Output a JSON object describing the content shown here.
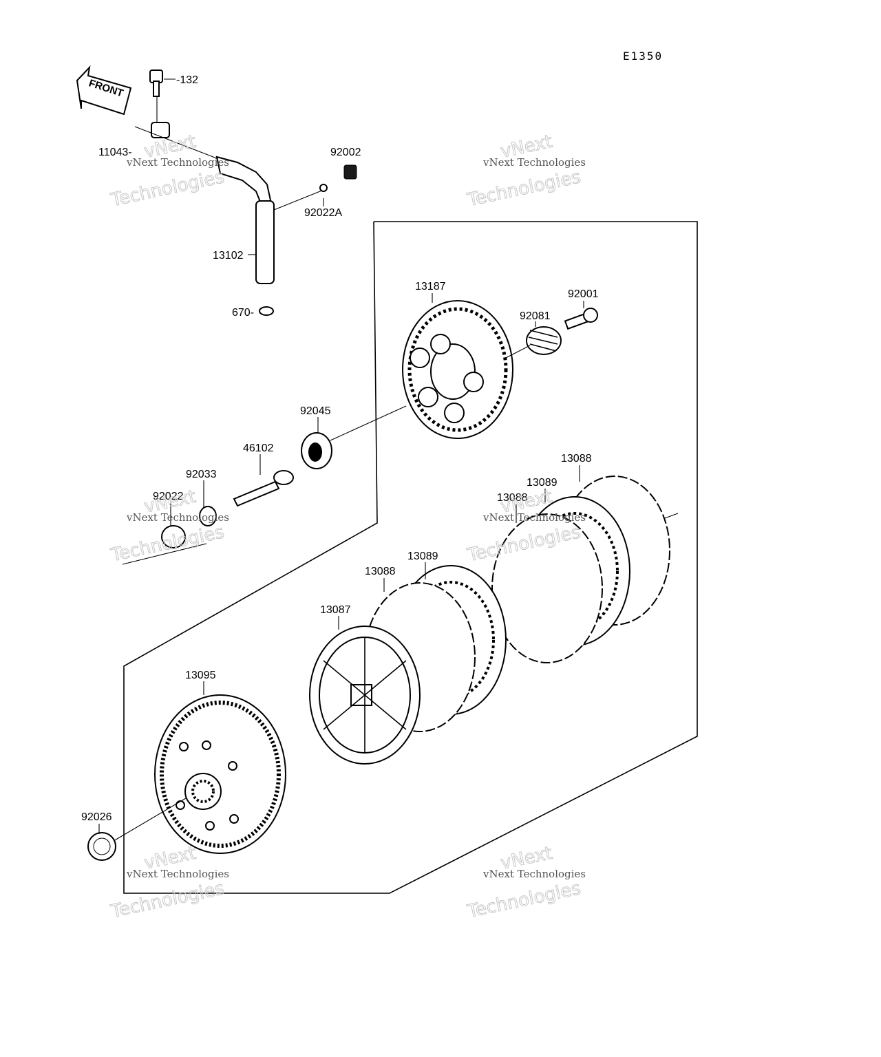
{
  "diagram": {
    "code": "E1350",
    "front_label": "FRONT",
    "watermark": {
      "line1": "vNext Technologies",
      "line2": "vNext",
      "line3": "Technologies"
    },
    "parts": [
      {
        "id": "132",
        "label": "-132"
      },
      {
        "id": "11043",
        "label": "11043-"
      },
      {
        "id": "92002",
        "label": "92002"
      },
      {
        "id": "92022A",
        "label": "92022A"
      },
      {
        "id": "13102",
        "label": "13102"
      },
      {
        "id": "670",
        "label": "670-"
      },
      {
        "id": "13187",
        "label": "13187"
      },
      {
        "id": "92001",
        "label": "92001"
      },
      {
        "id": "92081",
        "label": "92081"
      },
      {
        "id": "92045",
        "label": "92045"
      },
      {
        "id": "46102",
        "label": "46102"
      },
      {
        "id": "92033",
        "label": "92033"
      },
      {
        "id": "92022",
        "label": "92022"
      },
      {
        "id": "13088a",
        "label": "13088"
      },
      {
        "id": "13089a",
        "label": "13089"
      },
      {
        "id": "13088b",
        "label": "13088"
      },
      {
        "id": "13089b",
        "label": "13089"
      },
      {
        "id": "13088c",
        "label": "13088"
      },
      {
        "id": "13087",
        "label": "13087"
      },
      {
        "id": "13095",
        "label": "13095"
      },
      {
        "id": "92026",
        "label": "92026"
      }
    ]
  }
}
